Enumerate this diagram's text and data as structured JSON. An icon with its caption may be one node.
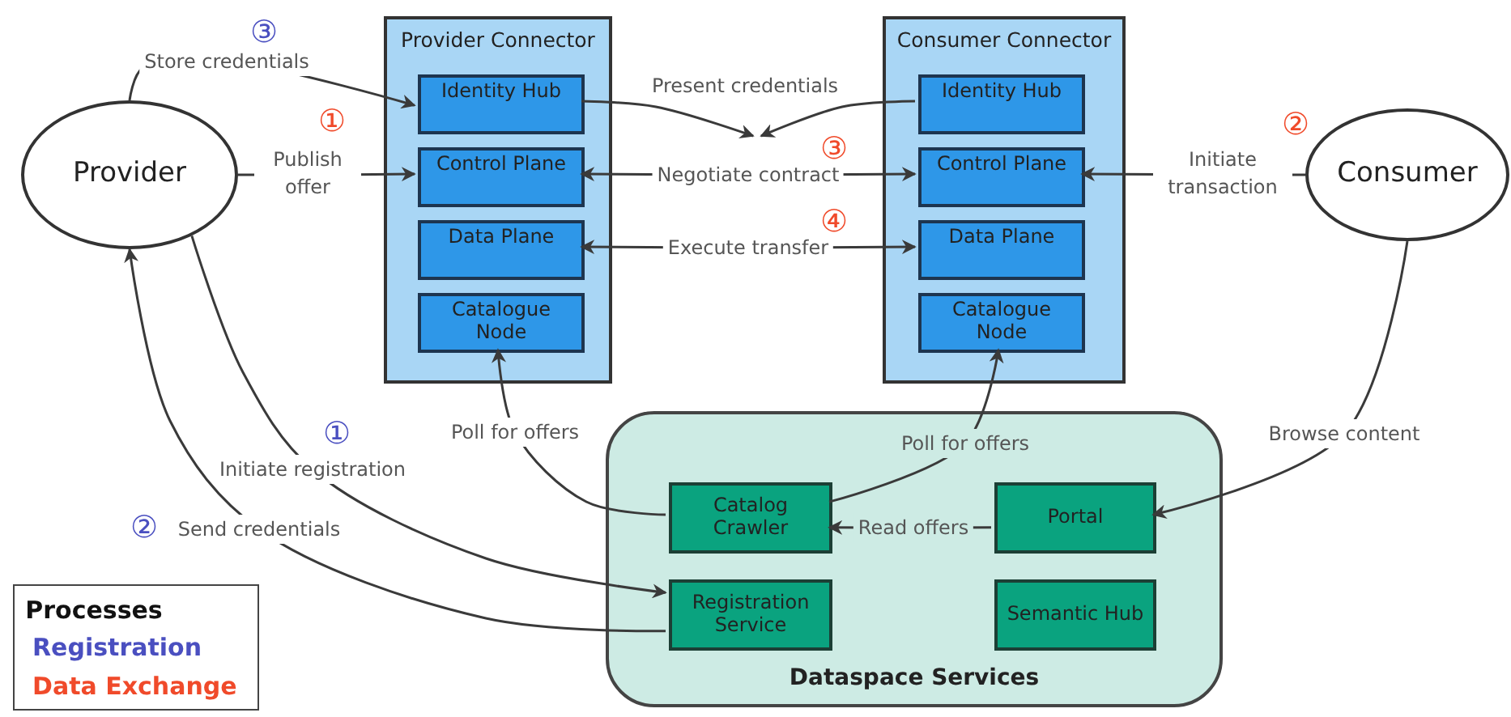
{
  "diagram": {
    "nodes": [
      {
        "text": [
          "Provider"
        ]
      },
      {
        "text": [
          "Provider Connector"
        ]
      },
      {
        "text": [
          "Identity Hub"
        ],
        "in": 1
      },
      {
        "text": [
          "Control Plane"
        ],
        "in": 1
      },
      {
        "text": [
          "Data Plane"
        ],
        "in": 1
      },
      {
        "text": [
          "Catalogue Node"
        ],
        "in": 1
      },
      {
        "text": [
          "Consumer Connector"
        ]
      },
      {
        "text": [
          "Identity Hub"
        ],
        "in": 6
      },
      {
        "text": [
          "Control Plane"
        ],
        "in": 6
      },
      {
        "text": [
          "Data Plane"
        ],
        "in": 6
      },
      {
        "text": [
          "Catalogue Node"
        ],
        "in": 6
      },
      {
        "text": [
          "Consumer"
        ]
      },
      {
        "text": [
          "Dataspace Services"
        ]
      },
      {
        "text": [
          "Catalog Crawler"
        ],
        "in": 12
      },
      {
        "text": [
          "Portal"
        ],
        "in": 12
      },
      {
        "text": [
          "Registration Service"
        ],
        "in": 12
      },
      {
        "text": [
          "Semantic Hub"
        ],
        "in": 12
      }
    ],
    "edges": [
      {
        "from": 0,
        "to": 2,
        "arrow": "to",
        "label": "Store credentials"
      },
      {
        "from": 0,
        "to": 3,
        "arrow": "to",
        "label": "Publish offer"
      },
      {
        "from": 2,
        "to": null,
        "arrow": "to",
        "label": "Present credentials"
      },
      {
        "from": 7,
        "to": null,
        "arrow": "to"
      },
      {
        "from": 3,
        "to": 8,
        "arrow": "both",
        "label": "Negotiate contract"
      },
      {
        "from": 4,
        "to": 9,
        "arrow": "both",
        "label": "Execute transfer"
      },
      {
        "from": 11,
        "to": 8,
        "arrow": "to",
        "label": "Initiate transaction"
      },
      {
        "from": 13,
        "to": 5,
        "arrow": "to",
        "label": "Poll for offers"
      },
      {
        "from": 13,
        "to": 10,
        "arrow": "to",
        "label": "Poll for offers"
      },
      {
        "from": 14,
        "to": 13,
        "arrow": "to",
        "label": "Read offers"
      },
      {
        "from": 11,
        "to": 14,
        "arrow": "to",
        "label": "Browse content"
      },
      {
        "from": 0,
        "to": 15,
        "arrow": "to",
        "label": "Initiate registration"
      },
      {
        "from": 15,
        "to": 0,
        "arrow": "to",
        "label": "Send credentials"
      }
    ],
    "labels": [
      "③",
      "①",
      "③",
      "②",
      "④",
      "①",
      "②",
      "Processes"
    ],
    "legend": [
      {
        "text": "Registration",
        "color": "#4a4fc0"
      },
      {
        "text": "Data Exchange",
        "color": "#f04a2a"
      }
    ]
  }
}
